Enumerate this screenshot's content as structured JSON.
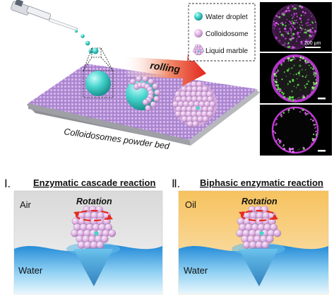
{
  "top": {
    "legend": {
      "items": [
        {
          "key": "water",
          "label": "Water droplet",
          "icon": "water-droplet-icon",
          "color": "#46d3cc"
        },
        {
          "key": "colloidosome",
          "label": "Colloidosome",
          "icon": "colloidosome-icon",
          "color": "#d79bd9"
        },
        {
          "key": "marble",
          "label": "Liquid marble",
          "icon": "liquid-marble-icon",
          "color": "#d7a8dd"
        }
      ]
    },
    "rolling_label": "rolling",
    "bed_label": "Colloidosomes powder bed",
    "scale_bar_label": "200 μm"
  },
  "panels": [
    {
      "numeral": "Ⅰ.",
      "title": "Enzymatic cascade reaction",
      "top_phase": "Air",
      "bottom_phase": "Water",
      "rotation_label": "Rotation",
      "top_color": "#e3e3e3"
    },
    {
      "numeral": "Ⅱ.",
      "title": "Biphasic enzymatic reaction",
      "top_phase": "Oil",
      "bottom_phase": "Water",
      "rotation_label": "Rotation",
      "top_color": "#f7c970"
    }
  ],
  "colors": {
    "water": "#1f8fd6",
    "pink_particle": "#e2b6e6",
    "red_arrow": "#e42a1f",
    "bed_top": "#b48ad2"
  }
}
